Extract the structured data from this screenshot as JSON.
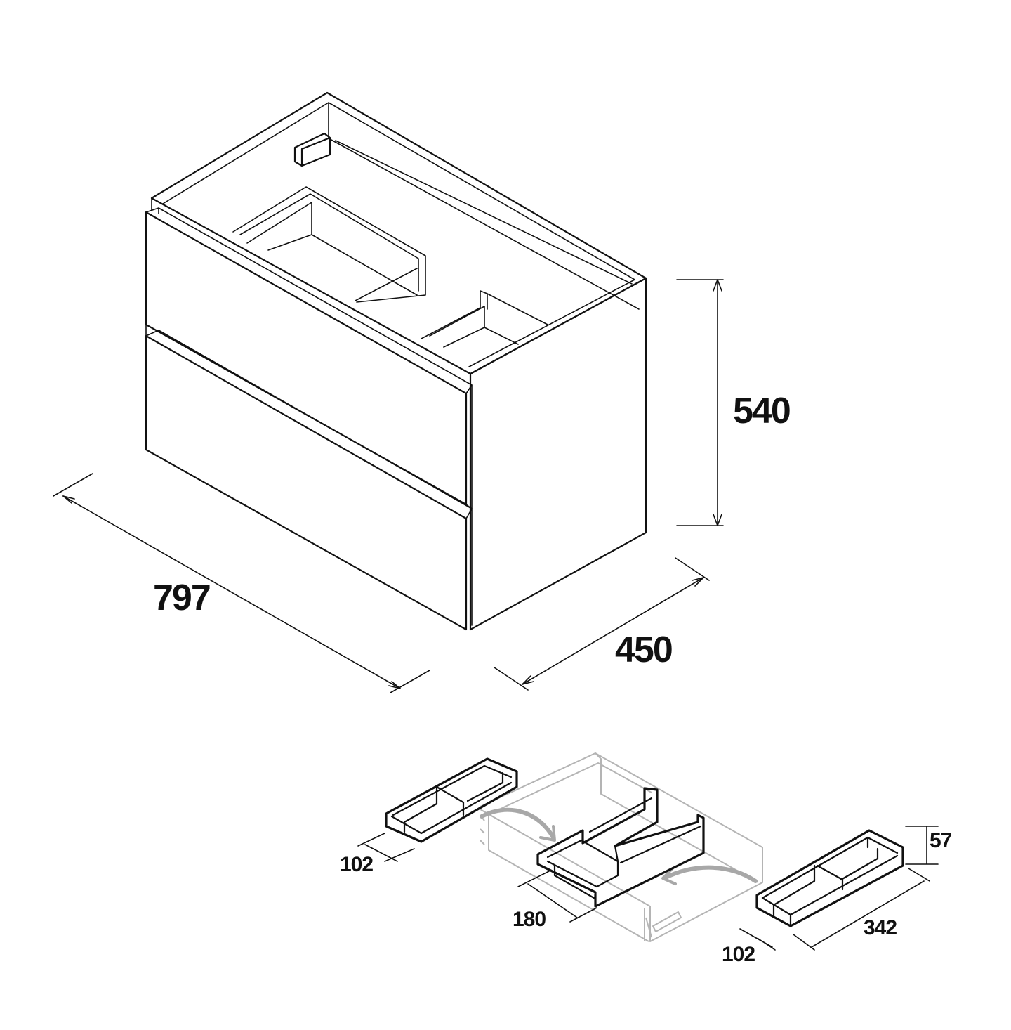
{
  "cabinet": {
    "width_label": "797",
    "height_label": "540",
    "depth_label": "450"
  },
  "organizers": {
    "left_tray_width_label": "102",
    "center_tray_width_label": "180",
    "right_tray_height_label": "57",
    "right_tray_length_label": "342",
    "right_tray_width_label": "102"
  }
}
